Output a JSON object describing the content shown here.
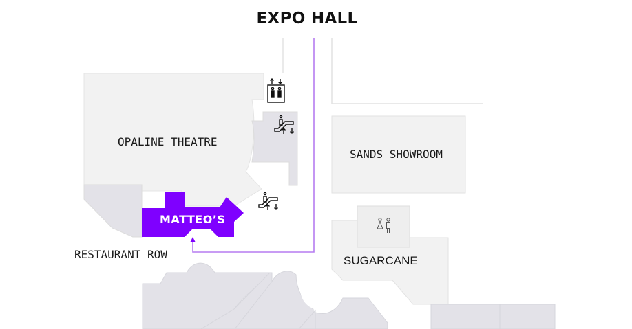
{
  "map": {
    "title": "EXPO HALL",
    "highlight_color": "#7f00ff",
    "route_color": "#b57cf0",
    "venues": [
      {
        "id": "opaline-theatre",
        "label": "OPALINE THEATRE"
      },
      {
        "id": "sands-showroom",
        "label": "SANDS SHOWROOM"
      },
      {
        "id": "matteos",
        "label": "MATTEO’S",
        "highlighted": true
      },
      {
        "id": "sugarcane",
        "label": "SUGARCANE"
      }
    ],
    "areas": [
      {
        "id": "restaurant-row",
        "label": "RESTAURANT ROW"
      }
    ],
    "amenities": [
      {
        "id": "elevator",
        "icon": "elevator-icon"
      },
      {
        "id": "escalator-upper",
        "icon": "escalator-icon"
      },
      {
        "id": "escalator-lower",
        "icon": "escalator-icon"
      },
      {
        "id": "restrooms",
        "icon": "restroom-icon"
      }
    ]
  }
}
